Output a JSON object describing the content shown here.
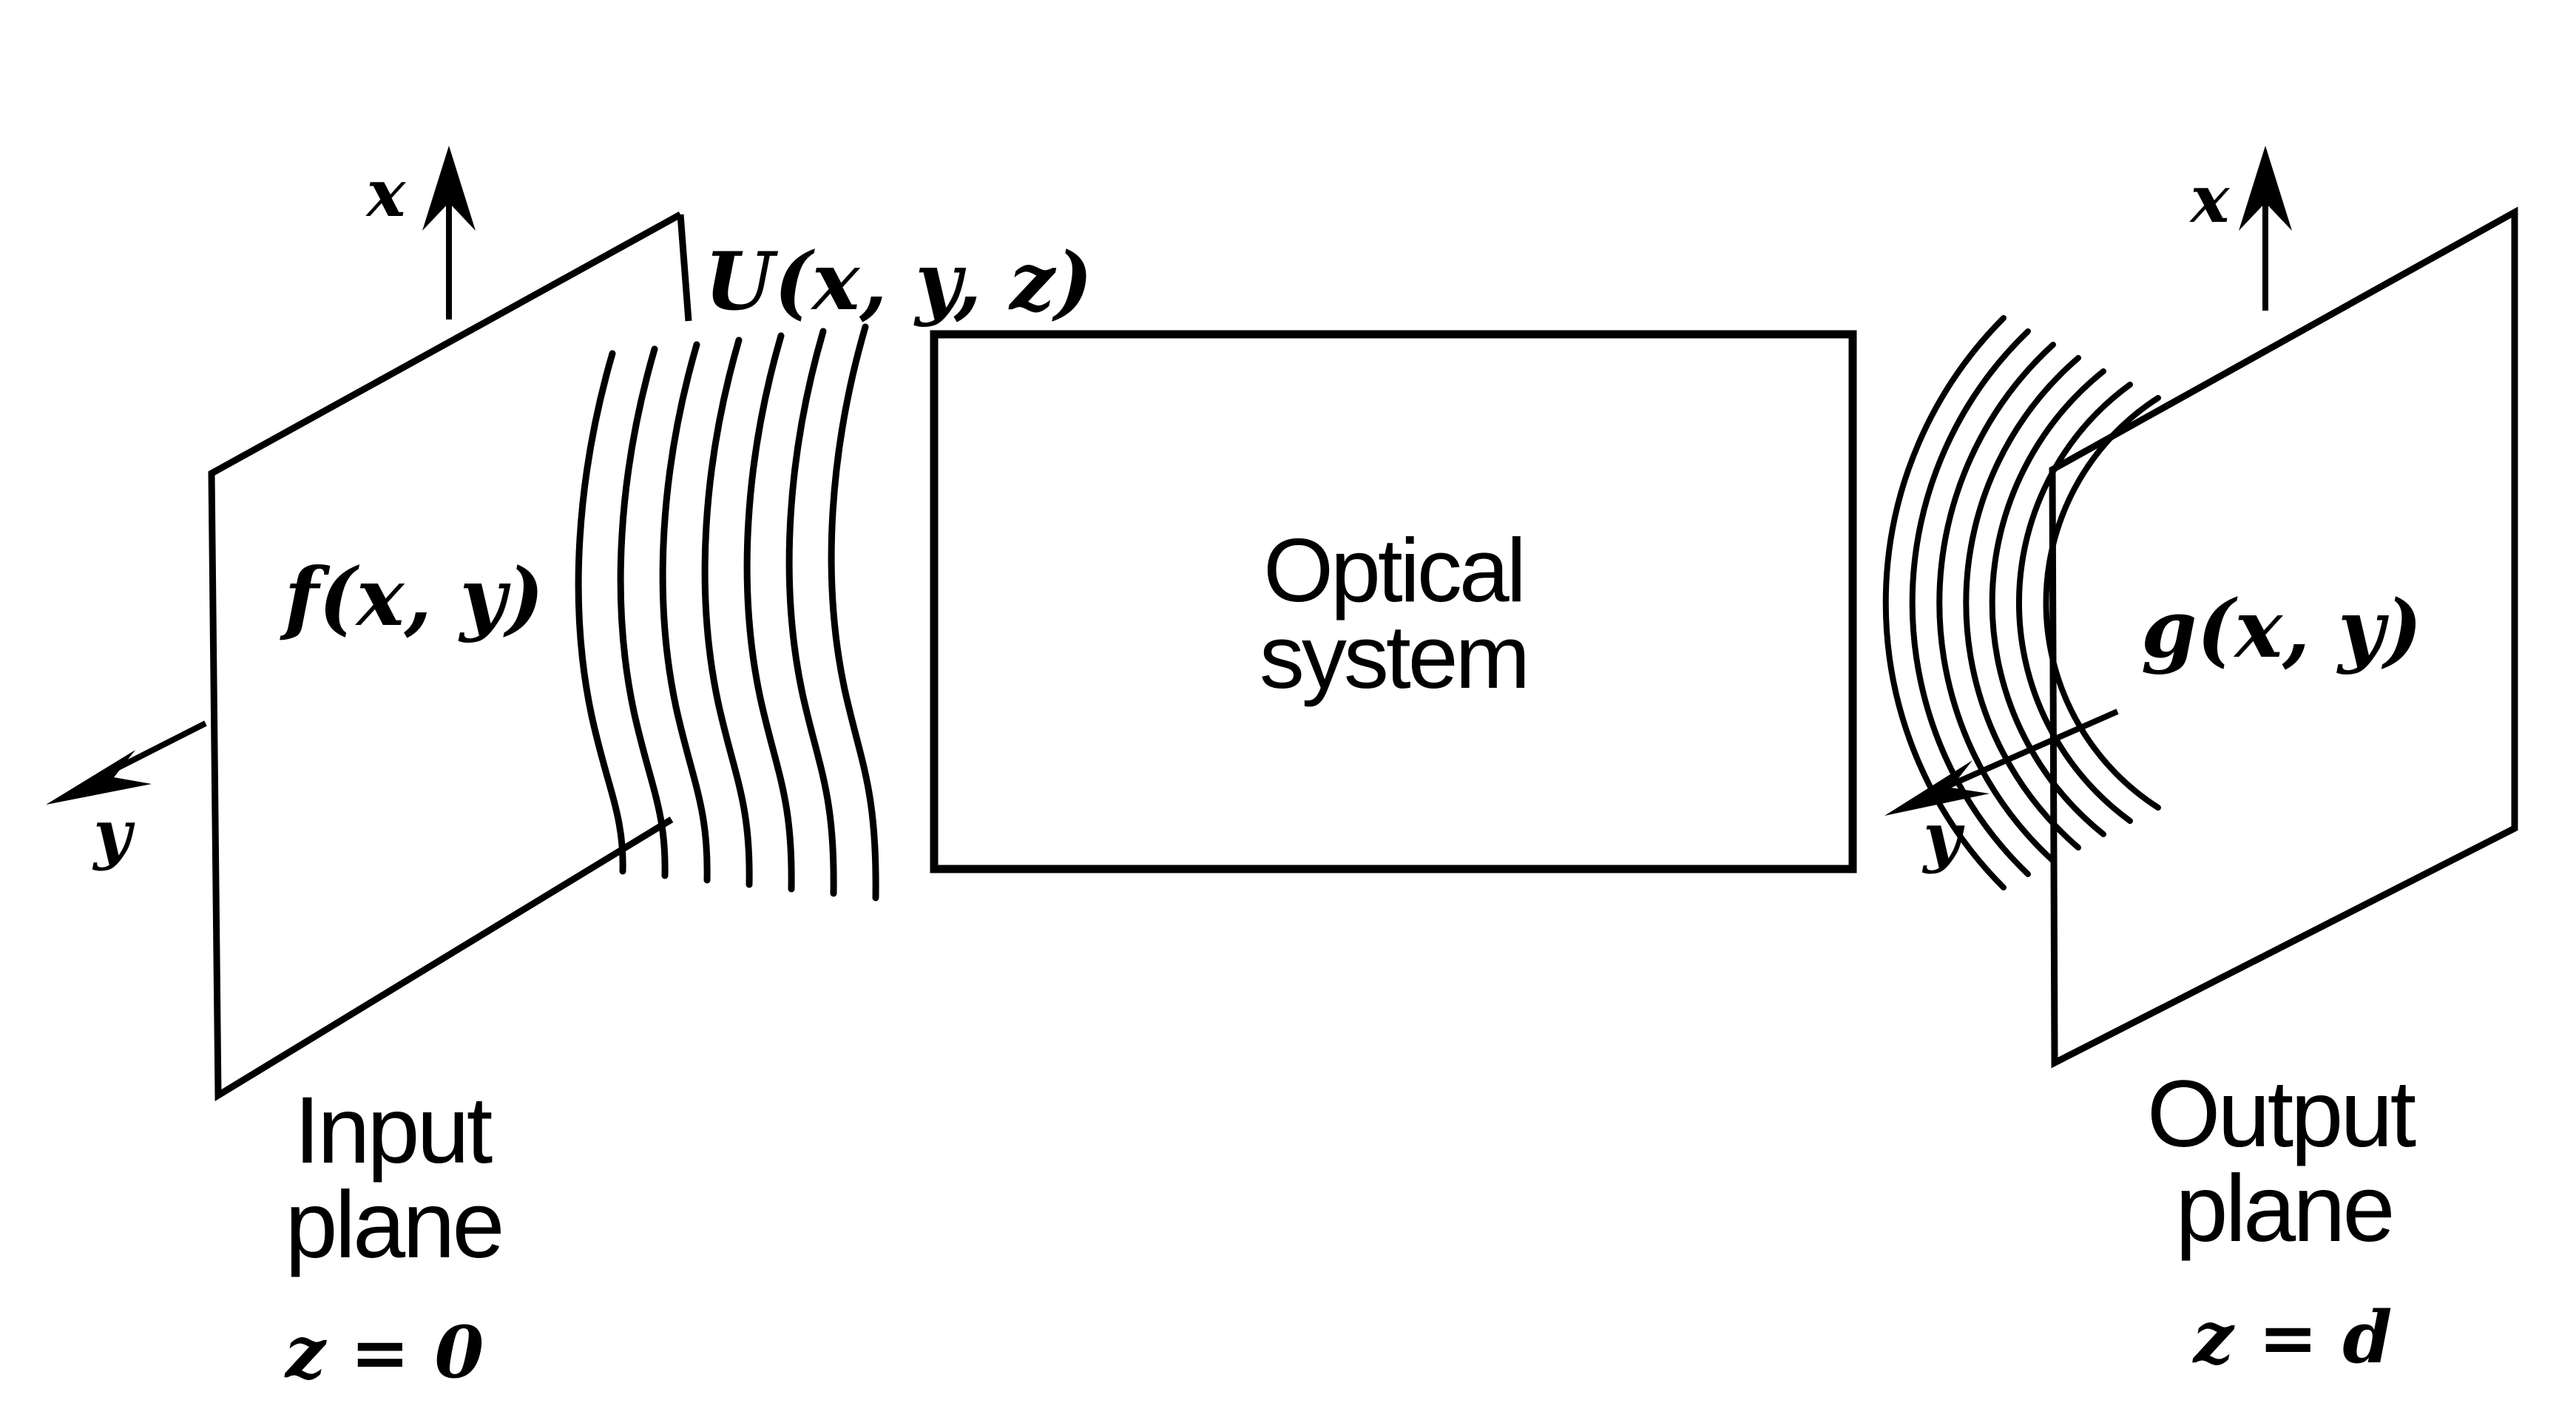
{
  "figure": {
    "background_color": "#ffffff",
    "ink_color": "#000000",
    "input_plane": {
      "axis_x_label": "x",
      "axis_y_label": "y",
      "function_label": "f(x, y)",
      "caption_line1": "Input",
      "caption_line2": "plane",
      "position_label": "z = 0"
    },
    "propagating_wave_label": "U(x, y, z)",
    "optical_system": {
      "label_line1": "Optical",
      "label_line2": "system"
    },
    "output_plane": {
      "axis_x_label": "x",
      "axis_y_label": "y",
      "function_label": "g(x, y)",
      "caption_line1": "Output",
      "caption_line2": "plane",
      "position_label": "z = d"
    }
  }
}
